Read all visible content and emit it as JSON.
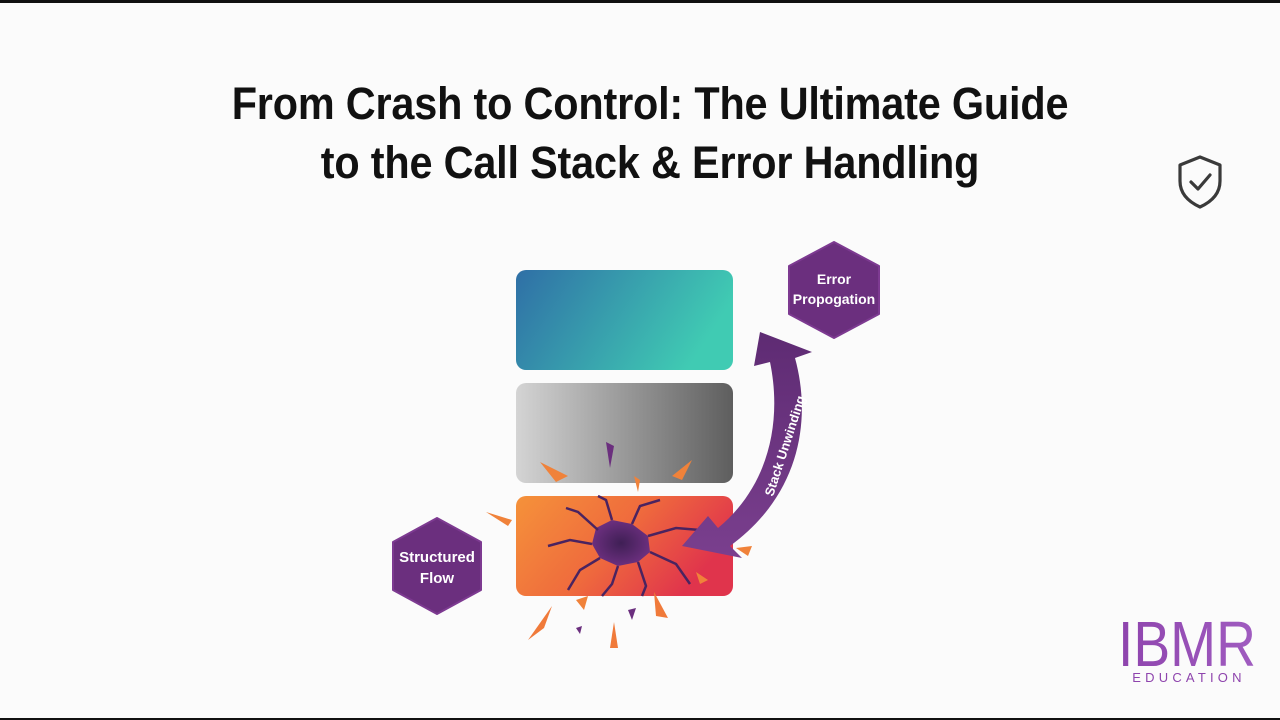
{
  "title": {
    "line1": "From Crash to Control: The Ultimate Guide",
    "line2": "to the Call Stack & Error Handling"
  },
  "diagram": {
    "nodes": {
      "error_propagation": {
        "line1": "Error",
        "line2": "Propogation"
      },
      "structured_flow": {
        "line1": "Structured",
        "line2": "Flow"
      }
    },
    "arrow_label": "Stack Unwinding",
    "stack_blocks": [
      "teal-gradient-block",
      "gray-gradient-block",
      "cracked-orange-block"
    ]
  },
  "logo": {
    "mark": "IBMR",
    "subtitle": "EDUCATION"
  },
  "icons": {
    "shield": "shield-check-icon"
  },
  "colors": {
    "hexagon_purple": "#6b2f7e",
    "teal_left": "#2f72a8",
    "teal_right": "#3ec8b4",
    "crack_purple": "#5a2a6e",
    "orange": "#f08a3c",
    "red": "#e23a4a",
    "logo_purple": "#8e44ad"
  }
}
